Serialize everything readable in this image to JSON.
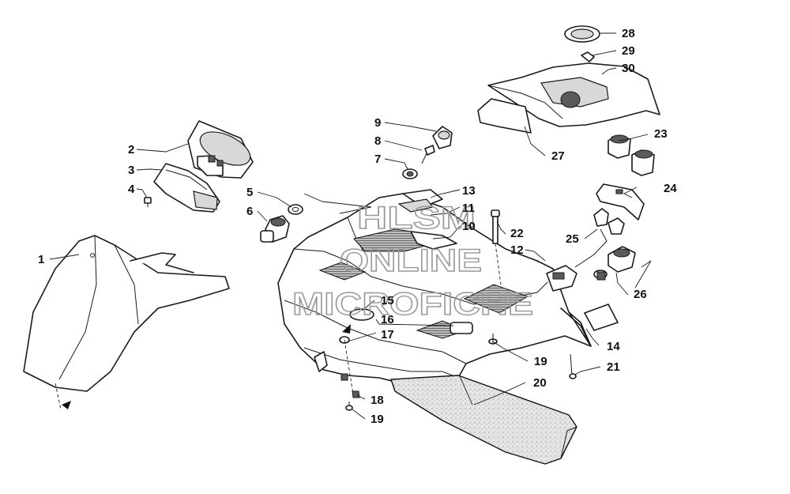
{
  "watermark": {
    "line1": "HLSM",
    "line2": "ONLINE",
    "line3": "MICROFICHE"
  },
  "callouts": [
    "1",
    "2",
    "3",
    "4",
    "5",
    "6",
    "7",
    "8",
    "9",
    "10",
    "11",
    "12",
    "13",
    "14",
    "15",
    "16",
    "17",
    "18",
    "19",
    "19",
    "20",
    "21",
    "22",
    "23",
    "24",
    "25",
    "26",
    "27",
    "28",
    "29",
    "30"
  ]
}
